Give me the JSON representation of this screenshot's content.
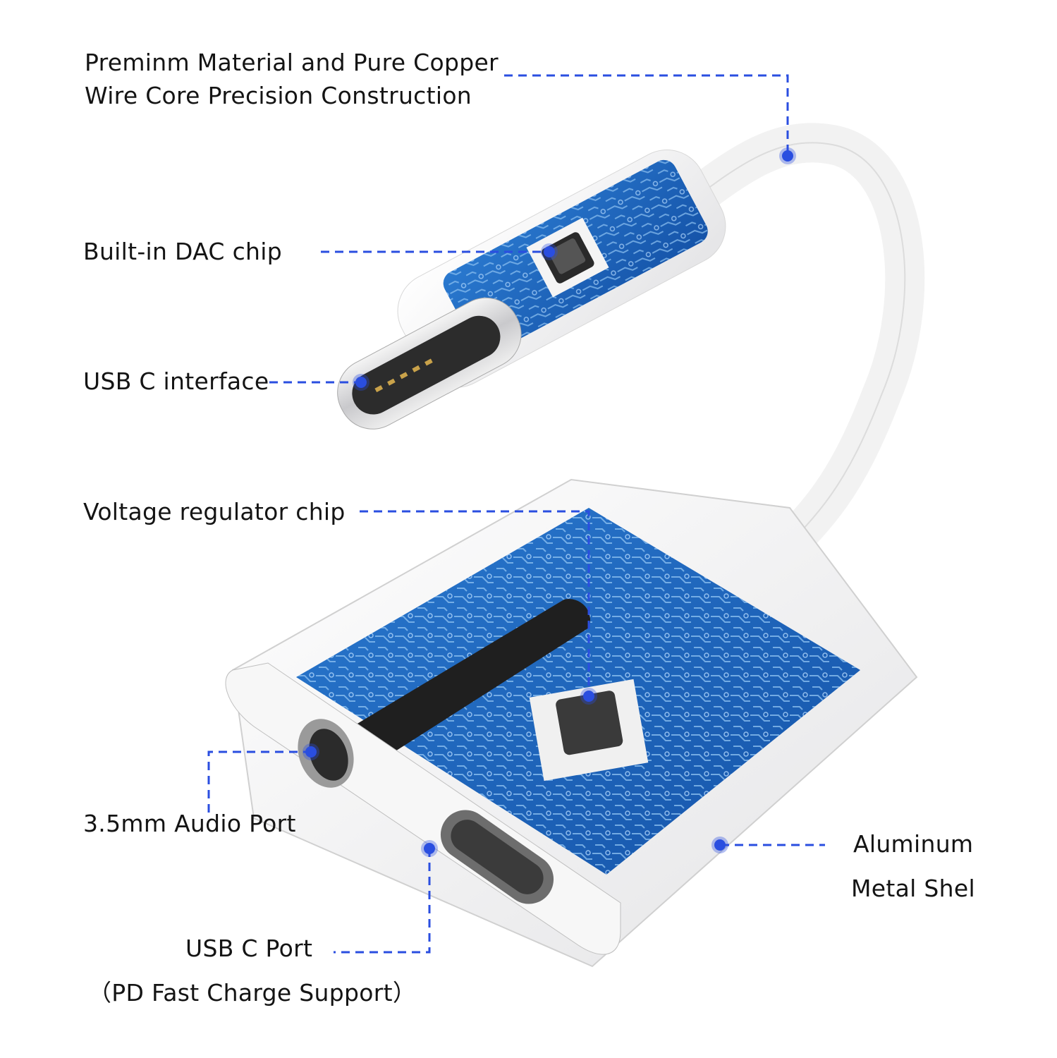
{
  "diagram": {
    "subject": "USB-C to 3.5mm audio + USB-C charging adapter",
    "accent_color": "#2a4ee0",
    "pcb_color": "#1e63b8",
    "callouts": [
      {
        "id": "cable",
        "lines": [
          "Preminm Material and Pure Copper",
          "Wire Core Precision Construction"
        ]
      },
      {
        "id": "dac",
        "lines": [
          "Built-in DAC chip"
        ]
      },
      {
        "id": "usbc-interface",
        "lines": [
          "USB C interface"
        ]
      },
      {
        "id": "regulator",
        "lines": [
          "Voltage regulator chip"
        ]
      },
      {
        "id": "audio-port",
        "lines": [
          "3.5mm Audio Port"
        ]
      },
      {
        "id": "usbc-port",
        "lines": [
          "USB C Port",
          "（PD Fast Charge Support）"
        ]
      },
      {
        "id": "shell",
        "lines": [
          "Aluminum",
          "Metal Shel"
        ]
      }
    ]
  }
}
